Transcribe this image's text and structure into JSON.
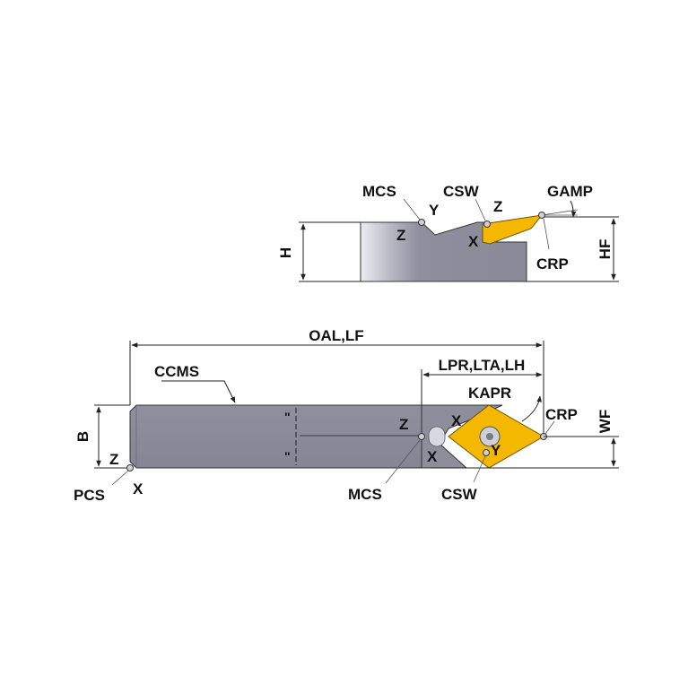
{
  "colors": {
    "body_dark": "#8a8a98",
    "body_light": "#ececf2",
    "insert_yellow": "#f4b800",
    "insert_edge": "#6a5300",
    "line": "#222222",
    "background": "#ffffff"
  },
  "side_view": {
    "labels": {
      "mcs": "MCS",
      "y": "Y",
      "z1": "Z",
      "csw": "CSW",
      "z2": "Z",
      "x": "X",
      "gamp": "GAMP",
      "crp": "CRP",
      "h": "H",
      "hf": "HF"
    }
  },
  "top_view": {
    "labels": {
      "oal_lf": "OAL,LF",
      "lpr_lta_lh": "LPR,LTA,LH",
      "ccms": "CCMS",
      "kapr": "KAPR",
      "crp": "CRP",
      "b": "B",
      "wf": "WF",
      "z_left": "Z",
      "pcs": "PCS",
      "x_left": "X",
      "z_mid": "Z",
      "x_mid": "X",
      "x_insert": "X",
      "y_insert": "Y",
      "mcs": "MCS",
      "csw": "CSW"
    }
  }
}
